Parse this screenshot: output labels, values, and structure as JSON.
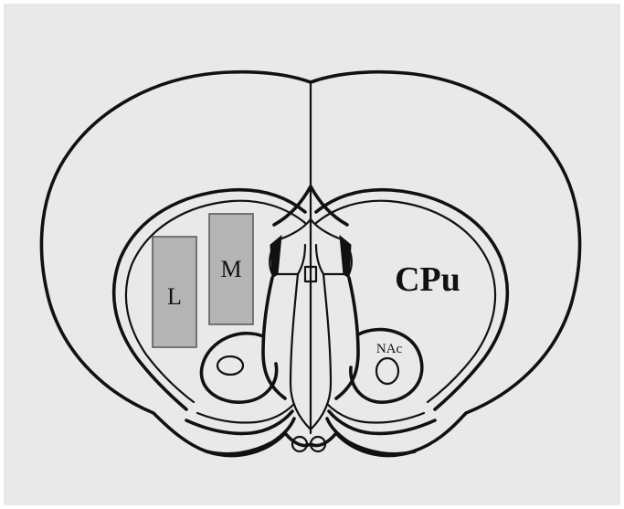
{
  "figure": {
    "background": "#e9e9e9",
    "labels": {
      "lateral_box": "L",
      "medial_box": "M",
      "caudate_putamen": "CPu",
      "nucleus_accumbens": "NAc"
    },
    "box_fill": "#b4b4b4",
    "line_color": "#111111"
  }
}
